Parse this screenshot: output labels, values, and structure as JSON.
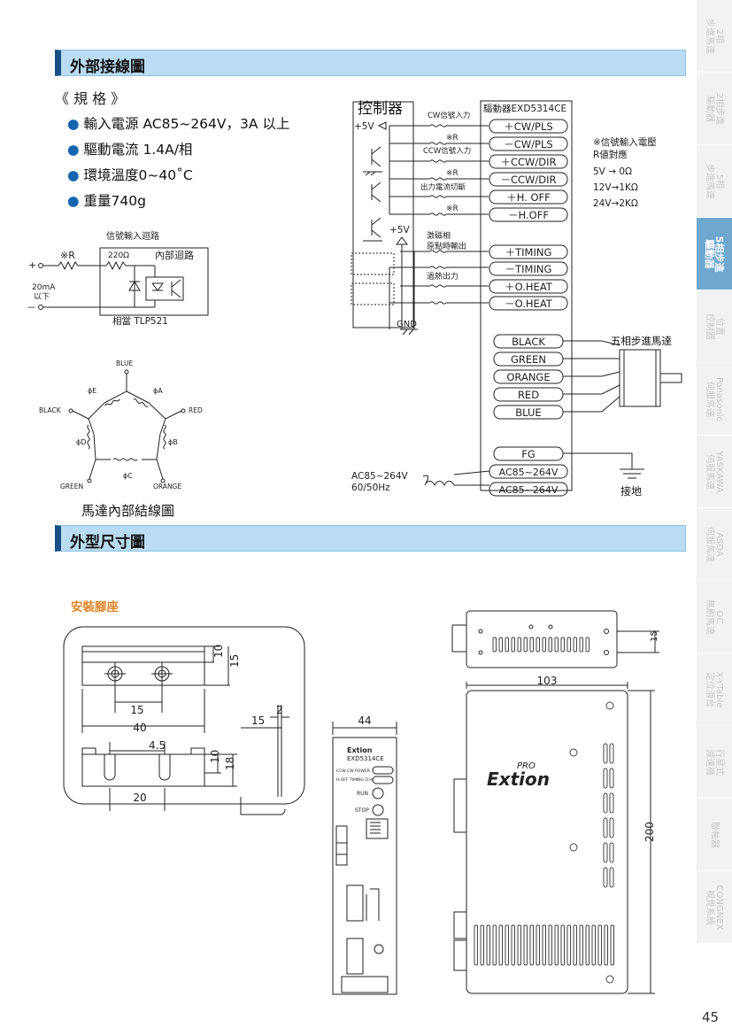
{
  "page_number": "45",
  "sections": {
    "wiring": "外部接線圖",
    "dimensions": "外型尺寸圖"
  },
  "spec_title": "《 規 格 》",
  "specs": [
    "輸入電源 AC85~264V，3A 以上",
    "驅動電流 1.4A/相",
    "環境溫度0~40˚C",
    "重量740g"
  ],
  "signal_circuit": {
    "title": "信號輸入迴路",
    "r": "※R",
    "r220": "220Ω",
    "internal": "內部迴路",
    "current": "20mA",
    "below": "以下",
    "equiv": "相當 TLP521",
    "plus": "+",
    "minus": "－"
  },
  "motor_internal": {
    "caption": "馬達內部結線圖",
    "blue": "BLUE",
    "black": "BLACK",
    "red": "RED",
    "green": "GREEN",
    "orange": "ORANGE",
    "pa": "ϕA",
    "pb": "ϕB",
    "pc": "ϕC",
    "pd": "ϕD",
    "pe": "ϕE"
  },
  "wiring": {
    "controller": "控制器",
    "plus5v": "+5V",
    "driver": "驅動器EXD5314CE",
    "cw_in": "CW信號入力",
    "ccw_in": "CCW信號入力",
    "cur_off": "出力電流切斷",
    "r": "※R",
    "exc1": "激磁相",
    "exc2": "原點時輸出",
    "overheat": "過熱出力",
    "gnd": "GND",
    "terms": [
      "＋CW/PLS",
      "－CW/PLS",
      "＋CCW/DIR",
      "－CCW/DIR",
      "＋H. OFF",
      "－H.OFF",
      "＋TIMING",
      "－TIMING",
      "＋O.HEAT",
      "－O.HEAT"
    ],
    "motor_terms": [
      "BLACK",
      "GREEN",
      "ORANGE",
      "RED",
      "BLUE"
    ],
    "motor": "五相步進馬達",
    "fg": "FG",
    "ac": "AC85~264V",
    "ac_in": "AC85~264V",
    "hz": "60/50Hz",
    "ground": "接地",
    "note": {
      "t1": "※信號輸入電壓",
      "t2": "R値對應",
      "rows": [
        "5V → 0Ω",
        "12V→1KΩ",
        "24V→2KΩ"
      ]
    }
  },
  "mount": {
    "title": "安裝腳座",
    "d10": "10",
    "d15": "15",
    "d15b": "15",
    "d40": "40",
    "d4_5": "4.5",
    "d10b": "10",
    "d18": "18",
    "d20": "20",
    "side15": "15",
    "side2": "2"
  },
  "front": {
    "width": "44",
    "model": "EXD5314CE",
    "brand": "Extion",
    "l1": "CCW CW POWER",
    "l2": "H.OFF TIMING O.H",
    "run": "RUN",
    "stop": "STOP"
  },
  "top_view": {
    "d15": "15",
    "d103": "103",
    "d200": "200",
    "pro": "PRO",
    "brand": "Extion"
  },
  "sidebar": [
    {
      "label": "2相\n步進馬達"
    },
    {
      "label": "2相步進\n驅動器"
    },
    {
      "label": "5相\n步進馬達"
    },
    {
      "label": "5相步進\n驅動器",
      "active": true
    },
    {
      "label": "位置\n控制器"
    },
    {
      "label": "Panasonic\n伺服馬達"
    },
    {
      "label": "YASKAWA\n伺服馬達"
    },
    {
      "label": "ASDA\n伺服馬達"
    },
    {
      "label": "DC\n無刷馬達"
    },
    {
      "label": "X-YTable\n定位滑台"
    },
    {
      "label": "行星式\n減速機"
    },
    {
      "label": "聯軸器"
    },
    {
      "label": "CONGNEX\n視覺系統"
    }
  ],
  "colors": {
    "header_bg": "#b9dcf2",
    "header_accent": "#1a4f86",
    "bullet": "#1565b0",
    "mount_title": "#e0862a",
    "sidebar_active": "#6ea8cf"
  }
}
